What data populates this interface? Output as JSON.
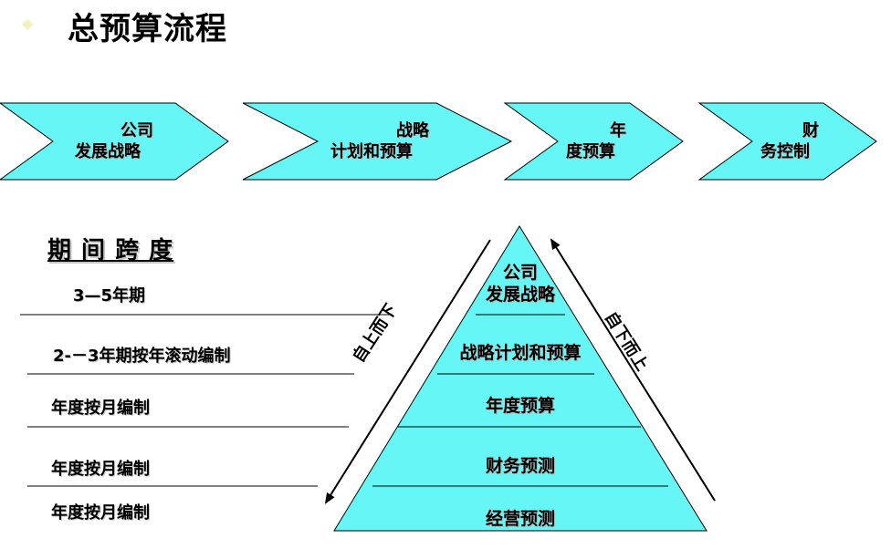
{
  "title": "总预算流程",
  "bullet": "◆",
  "colors": {
    "shape_fill": "#66f6f6",
    "stroke": "#000000",
    "bullet": "#f2f2c0"
  },
  "process": [
    {
      "line1": "公司",
      "line2": "发展战略"
    },
    {
      "line1": "战略",
      "line2": "计划和预算"
    },
    {
      "line1": "年",
      "line2": "度预算"
    },
    {
      "line1": "财",
      "line2": "务控制"
    }
  ],
  "period": {
    "heading": "期 间 跨 度",
    "items": [
      "3—5年期",
      "2-－3年期按年滚动编制",
      "年度按月编制",
      "年度按月编制",
      "年度按月编制"
    ]
  },
  "pyramid": {
    "levels": [
      {
        "line1": "公司",
        "line2": "发展战略"
      },
      {
        "line1": "战略计划和预算",
        "line2": ""
      },
      {
        "line1": "年度预算",
        "line2": ""
      },
      {
        "line1": "财务预测",
        "line2": ""
      },
      {
        "line1": "经营预测",
        "line2": ""
      }
    ]
  },
  "flows": {
    "top_down": "自上而下",
    "bottom_up": "自下而上"
  }
}
